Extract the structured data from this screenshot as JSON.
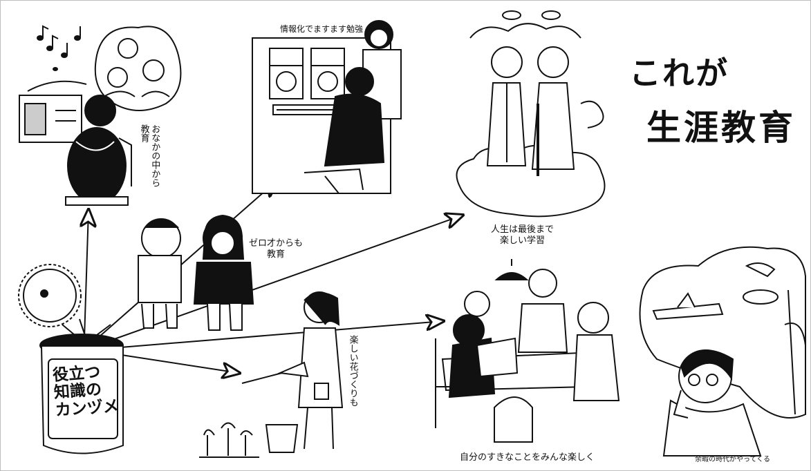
{
  "title": {
    "line1": "これが",
    "line2": "生涯教育"
  },
  "captions": {
    "womb": "おなかの中から\n教育",
    "computer": "情報化でますます勉強",
    "clouds": "人生は最後まで\n楽しい学習",
    "children": "ゼロ才からも\n教育",
    "flowers": "楽しい花づくりも",
    "group": "自分のすきなことをみんな楽しく",
    "leisure": "余暇の時代がやってくる"
  },
  "can": {
    "label": "役立つ\n知識の\nカンヅメ"
  },
  "colors": {
    "ink": "#111111",
    "paper": "#ffffff"
  }
}
